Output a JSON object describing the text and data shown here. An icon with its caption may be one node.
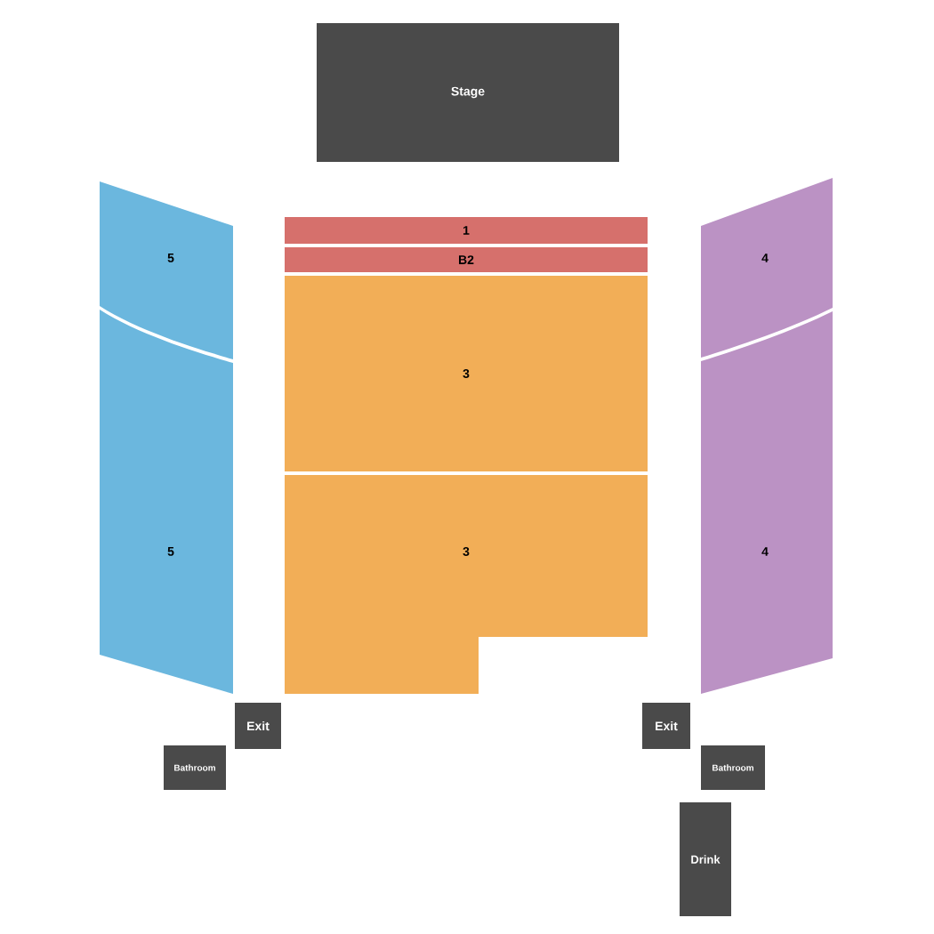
{
  "diagram": {
    "nodes": [
      {
        "text": [
          "Stage"
        ]
      },
      {
        "text": [
          "5"
        ]
      },
      {
        "text": [
          "1"
        ]
      },
      {
        "text": [
          "4"
        ]
      },
      {
        "text": [
          "B2"
        ]
      },
      {
        "text": [
          "3"
        ]
      },
      {
        "text": [
          "5"
        ]
      },
      {
        "text": [
          "3"
        ]
      },
      {
        "text": [
          "4"
        ]
      },
      {
        "text": [
          "Exit"
        ]
      },
      {
        "text": [
          "Exit"
        ]
      },
      {
        "text": [
          "Bathroom"
        ]
      },
      {
        "text": [
          "Bathroom"
        ]
      },
      {
        "text": [
          "Drink"
        ]
      }
    ]
  }
}
